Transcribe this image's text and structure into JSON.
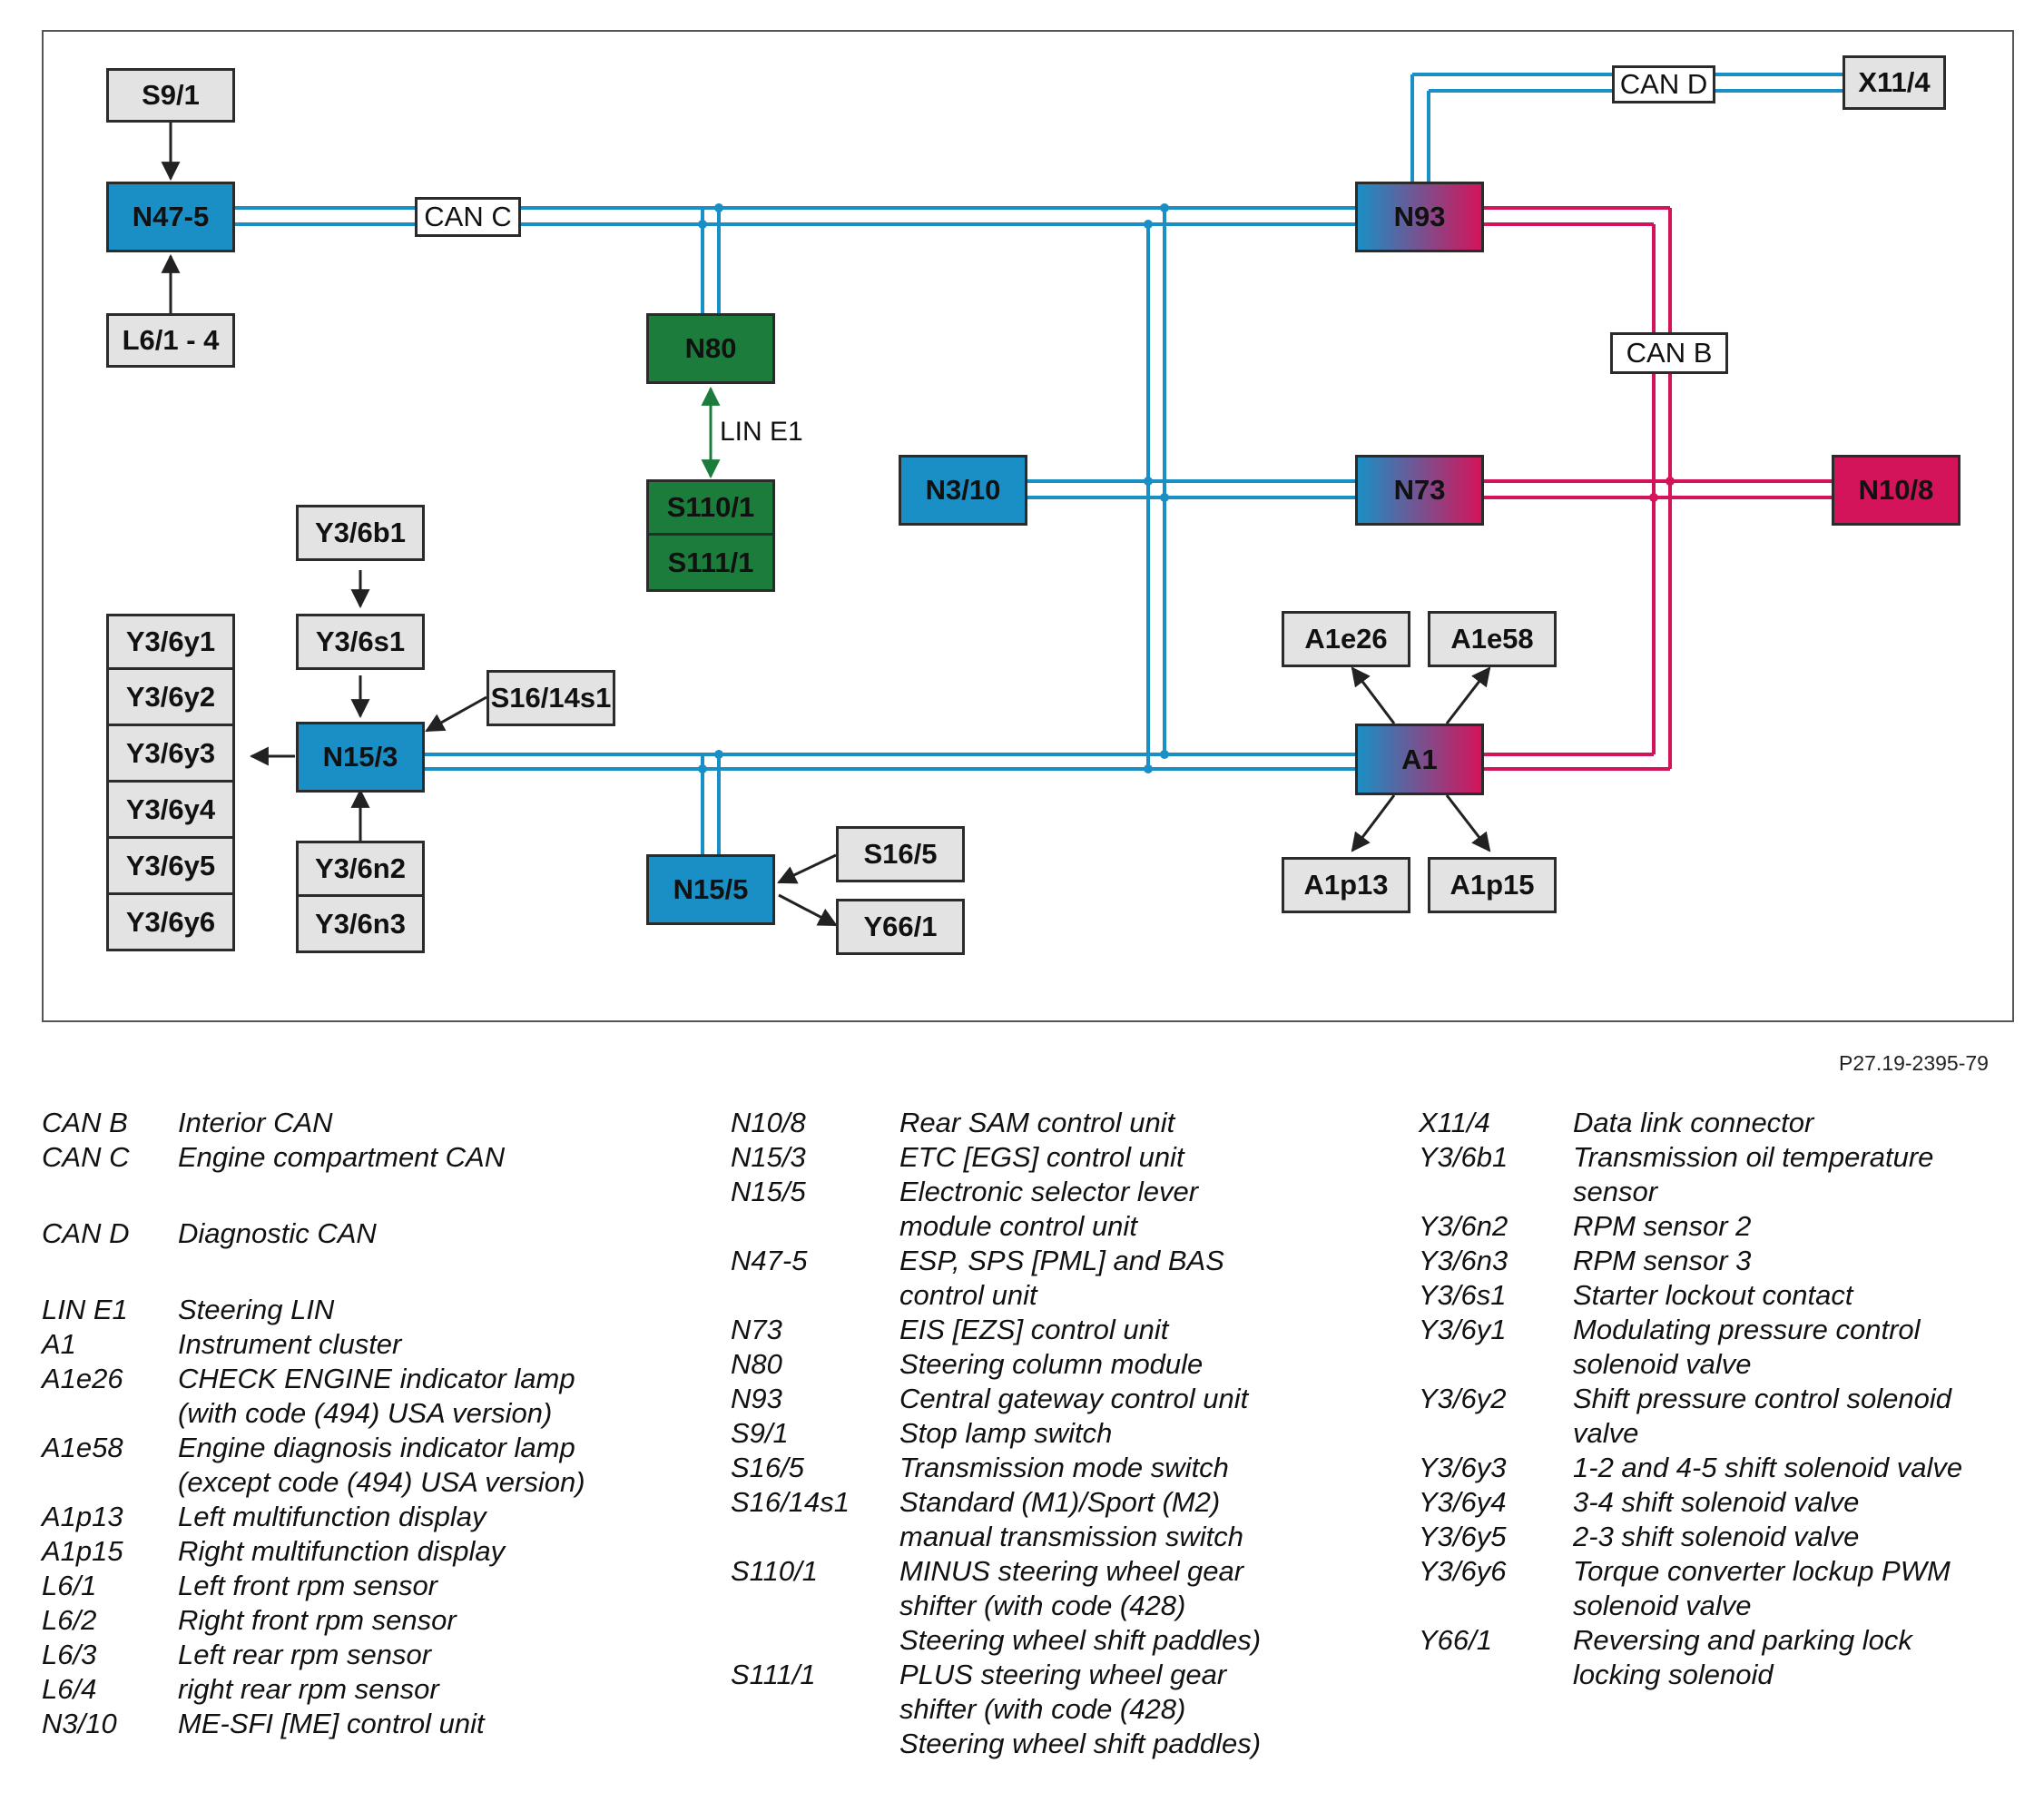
{
  "diagram": {
    "nodes": {
      "s9_1": "S9/1",
      "n47_5": "N47-5",
      "l6_1_4": "L6/1 - 4",
      "n80": "N80",
      "s110_1": "S110/1",
      "s111_1": "S111/1",
      "n93": "N93",
      "x11_4": "X11/4",
      "n3_10": "N3/10",
      "n73": "N73",
      "n10_8": "N10/8",
      "y3_6b1": "Y3/6b1",
      "y3_6s1": "Y3/6s1",
      "s16_14s1": "S16/14s1",
      "n15_3": "N15/3",
      "y3_6n2": "Y3/6n2",
      "y3_6n3": "Y3/6n3",
      "y3_6y1": "Y3/6y1",
      "y3_6y2": "Y3/6y2",
      "y3_6y3": "Y3/6y3",
      "y3_6y4": "Y3/6y4",
      "y3_6y5": "Y3/6y5",
      "y3_6y6": "Y3/6y6",
      "n15_5": "N15/5",
      "s16_5": "S16/5",
      "y66_1": "Y66/1",
      "a1": "A1",
      "a1e26": "A1e26",
      "a1e58": "A1e58",
      "a1p13": "A1p13",
      "a1p15": "A1p15"
    },
    "bus_labels": {
      "can_c": "CAN C",
      "can_d": "CAN D",
      "can_b": "CAN B",
      "lin_e1": "LIN E1"
    },
    "colors": {
      "blue": "#1a8fc5",
      "pink": "#d4145a",
      "green": "#1b7c3b",
      "gray": "#e3e3e3"
    },
    "reference": "P27.19-2395-79"
  },
  "legend": {
    "col1": [
      {
        "code": "CAN B",
        "desc": [
          "Interior CAN"
        ]
      },
      {
        "code": "CAN C",
        "desc": [
          "Engine compartment CAN"
        ]
      },
      {
        "code": "CAN D",
        "desc": [
          "Diagnostic CAN"
        ]
      },
      {
        "code": "LIN E1",
        "desc": [
          "Steering LIN"
        ]
      },
      {
        "code": "A1",
        "desc": [
          "Instrument cluster"
        ]
      },
      {
        "code": "A1e26",
        "desc": [
          "CHECK ENGINE indicator lamp",
          "(with code (494) USA version)"
        ]
      },
      {
        "code": "A1e58",
        "desc": [
          "Engine diagnosis indicator lamp",
          "(except code (494) USA version)"
        ]
      },
      {
        "code": "A1p13",
        "desc": [
          "Left multifunction display"
        ]
      },
      {
        "code": "A1p15",
        "desc": [
          "Right multifunction display"
        ]
      },
      {
        "code": "L6/1",
        "desc": [
          "Left front rpm sensor"
        ]
      },
      {
        "code": "L6/2",
        "desc": [
          "Right front rpm sensor"
        ]
      },
      {
        "code": "L6/3",
        "desc": [
          "Left rear rpm sensor"
        ]
      },
      {
        "code": "L6/4",
        "desc": [
          "right rear rpm sensor"
        ]
      },
      {
        "code": "N3/10",
        "desc": [
          "ME-SFI [ME] control unit"
        ]
      }
    ],
    "col2": [
      {
        "code": "N10/8",
        "desc": [
          "Rear SAM control unit"
        ]
      },
      {
        "code": "N15/3",
        "desc": [
          "ETC [EGS] control unit"
        ]
      },
      {
        "code": "N15/5",
        "desc": [
          "Electronic selector lever",
          "module control unit"
        ]
      },
      {
        "code": "N47-5",
        "desc": [
          "ESP, SPS [PML] and BAS",
          "control unit"
        ]
      },
      {
        "code": "N73",
        "desc": [
          "EIS [EZS] control unit"
        ]
      },
      {
        "code": "N80",
        "desc": [
          "Steering column module"
        ]
      },
      {
        "code": "N93",
        "desc": [
          "Central gateway control unit"
        ]
      },
      {
        "code": "S9/1",
        "desc": [
          "Stop lamp switch"
        ]
      },
      {
        "code": "S16/5",
        "desc": [
          "Transmission mode switch"
        ]
      },
      {
        "code": "S16/14s1",
        "desc": [
          "Standard (M1)/Sport (M2)",
          "manual transmission switch"
        ]
      },
      {
        "code": "S110/1",
        "desc": [
          "MINUS steering wheel gear",
          "shifter (with code (428)",
          "Steering wheel shift paddles)"
        ]
      },
      {
        "code": "S111/1",
        "desc": [
          "PLUS steering wheel gear",
          "shifter (with code (428)",
          "Steering wheel shift paddles)"
        ]
      }
    ],
    "col3": [
      {
        "code": "X11/4",
        "desc": [
          "Data link connector"
        ]
      },
      {
        "code": "Y3/6b1",
        "desc": [
          "Transmission oil temperature",
          "sensor"
        ]
      },
      {
        "code": "Y3/6n2",
        "desc": [
          "RPM sensor 2"
        ]
      },
      {
        "code": "Y3/6n3",
        "desc": [
          "RPM sensor 3"
        ]
      },
      {
        "code": "Y3/6s1",
        "desc": [
          "Starter lockout contact"
        ]
      },
      {
        "code": "Y3/6y1",
        "desc": [
          "Modulating pressure control",
          "solenoid valve"
        ]
      },
      {
        "code": "Y3/6y2",
        "desc": [
          "Shift pressure control solenoid",
          "valve"
        ]
      },
      {
        "code": "Y3/6y3",
        "desc": [
          "1-2 and 4-5 shift solenoid valve"
        ]
      },
      {
        "code": "Y3/6y4",
        "desc": [
          "3-4 shift solenoid valve"
        ]
      },
      {
        "code": "Y3/6y5",
        "desc": [
          "2-3 shift solenoid valve"
        ]
      },
      {
        "code": "Y3/6y6",
        "desc": [
          "Torque converter lockup PWM",
          "solenoid valve"
        ]
      },
      {
        "code": "Y66/1",
        "desc": [
          "Reversing and parking lock",
          "locking solenoid"
        ]
      }
    ]
  }
}
